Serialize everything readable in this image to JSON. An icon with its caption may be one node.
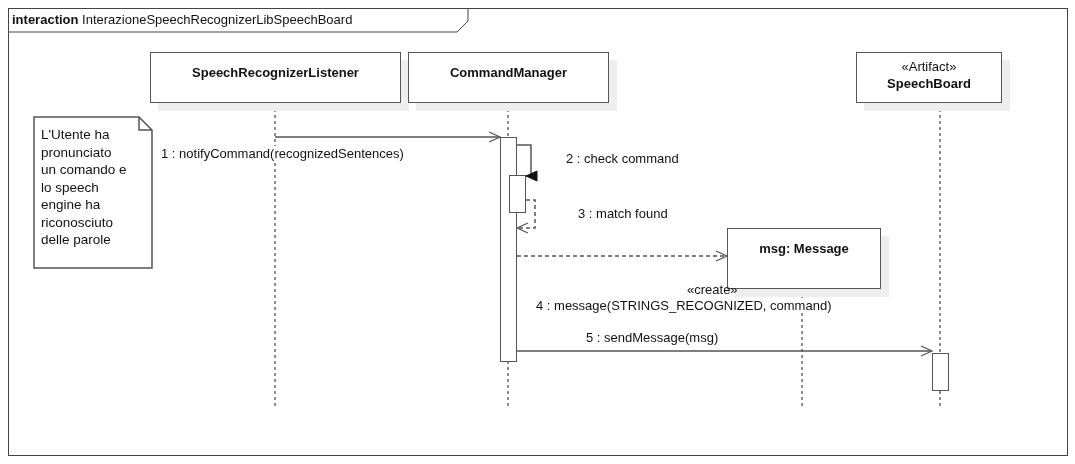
{
  "diagram": {
    "title": "**interaction** InterazioneSpeechRecognizerLibSpeechBoard",
    "nodes": [
      {
        "text": [
          "SpeechRecognizerListener"
        ]
      },
      {
        "text": [
          "CommandManager"
        ]
      },
      {
        "text": [
          "«Artifact»",
          "SpeechBoard"
        ]
      },
      {
        "text": [
          "L'Utente ha pronunciato un comando e lo speech engine ha riconosciuto delle parole"
        ]
      },
      {
        "text": [],
        "shape": "bar"
      },
      {
        "text": [],
        "shape": "bar"
      },
      {
        "text": [
          "msg: Message"
        ]
      },
      {
        "text": [],
        "shape": "bar"
      }
    ],
    "edges": [
      {
        "from": 0,
        "to": 4,
        "arrow": "to",
        "label": "1 : notifyCommand(recognizedSentences)"
      },
      {
        "from": 4,
        "to": 5,
        "arrow": "to",
        "label": "2 : check command"
      },
      {
        "from": 5,
        "to": 4,
        "arrow": "to",
        "label": "3 : match found",
        "style": "dashed"
      },
      {
        "from": 4,
        "to": 6,
        "arrow": "to",
        "label": "4 : message(STRINGS_RECOGNIZED, command)",
        "style": "dashed"
      },
      {
        "from": 4,
        "to": 7,
        "arrow": "to",
        "label": "5 : sendMessage(msg)"
      }
    ],
    "labels": [
      "«create»"
    ]
  }
}
